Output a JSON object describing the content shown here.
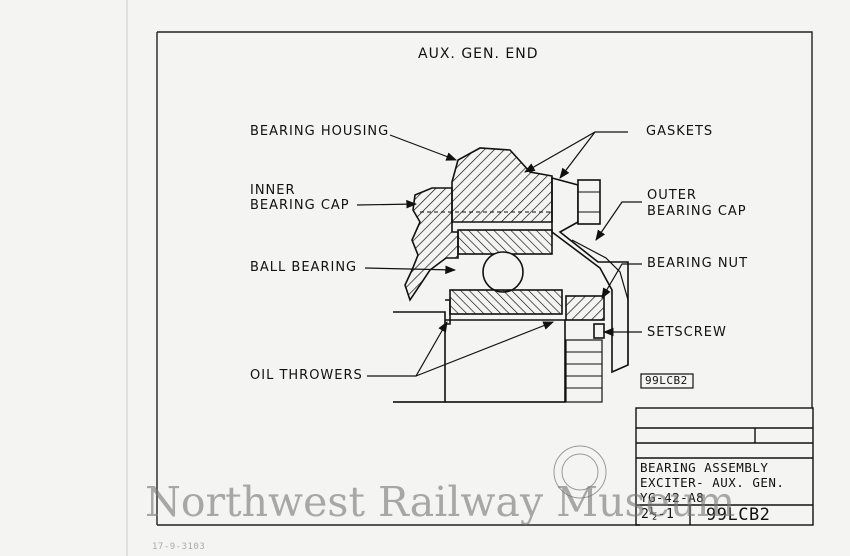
{
  "drawing": {
    "title": "AUX. GEN. END",
    "labels": {
      "bearing_housing": "BEARING HOUSING",
      "gaskets": "GASKETS",
      "inner_bearing_cap_1": "INNER",
      "inner_bearing_cap_2": "BEARING CAP",
      "outer_bearing_cap_1": "OUTER",
      "outer_bearing_cap_2": "BEARING CAP",
      "ball_bearing": "BALL BEARING",
      "bearing_nut": "BEARING NUT",
      "setscrew": "SETSCREW",
      "oil_throwers": "OIL THROWERS"
    },
    "ref_box": "99LCB2"
  },
  "title_block": {
    "line1": "BEARING ASSEMBLY",
    "line2": "EXCITER- AUX. GEN.",
    "line3": "YG-42-A8",
    "scale": "2½-1",
    "number": "99LCB2"
  },
  "watermark": "Northwest Railway Museum",
  "corner_note": "17-9-3103"
}
